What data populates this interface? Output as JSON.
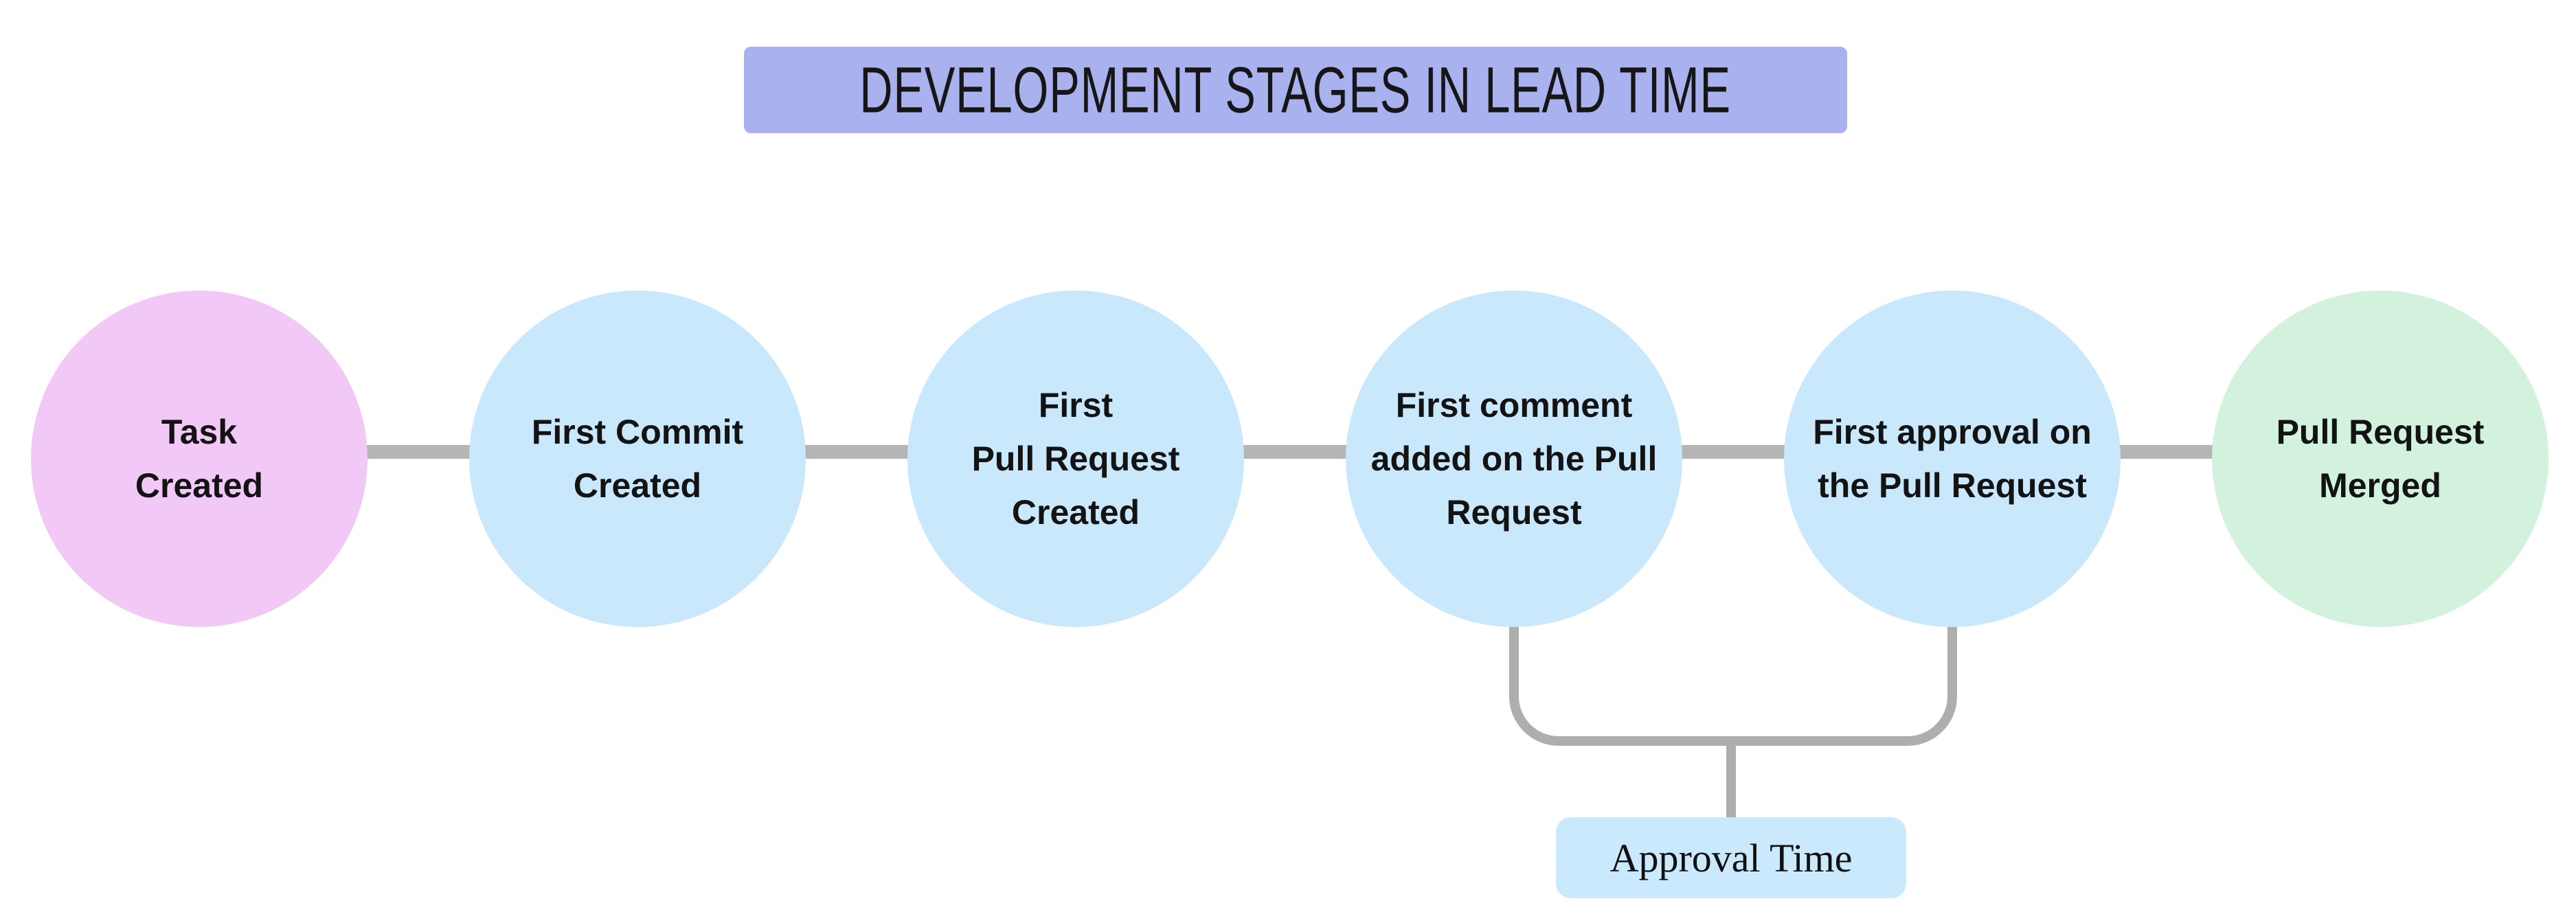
{
  "title": {
    "text": "DEVELOPMENT STAGES IN LEAD TIME",
    "bg": "#a9b2ef"
  },
  "stages": [
    {
      "id": "task-created",
      "label": "Task\nCreated",
      "color": "#f1c8f6"
    },
    {
      "id": "first-commit-created",
      "label": "First Commit\nCreated",
      "color": "#c9e8fb"
    },
    {
      "id": "first-pull-request-created",
      "label": "First\nPull Request\nCreated",
      "color": "#c9e8fb"
    },
    {
      "id": "first-comment-added",
      "label": "First comment\nadded on the Pull\nRequest",
      "color": "#c9e8fb"
    },
    {
      "id": "first-approval",
      "label": "First approval on\nthe Pull Request",
      "color": "#c9e8fb"
    },
    {
      "id": "pull-request-merged",
      "label": "Pull Request\nMerged",
      "color": "#d3f2de"
    }
  ],
  "annotation": {
    "label": "Approval Time",
    "bg": "#cbe9fc"
  },
  "colors": {
    "connector": "#b5b5b5",
    "bracket": "#aeaeae",
    "text": "#131313"
  }
}
